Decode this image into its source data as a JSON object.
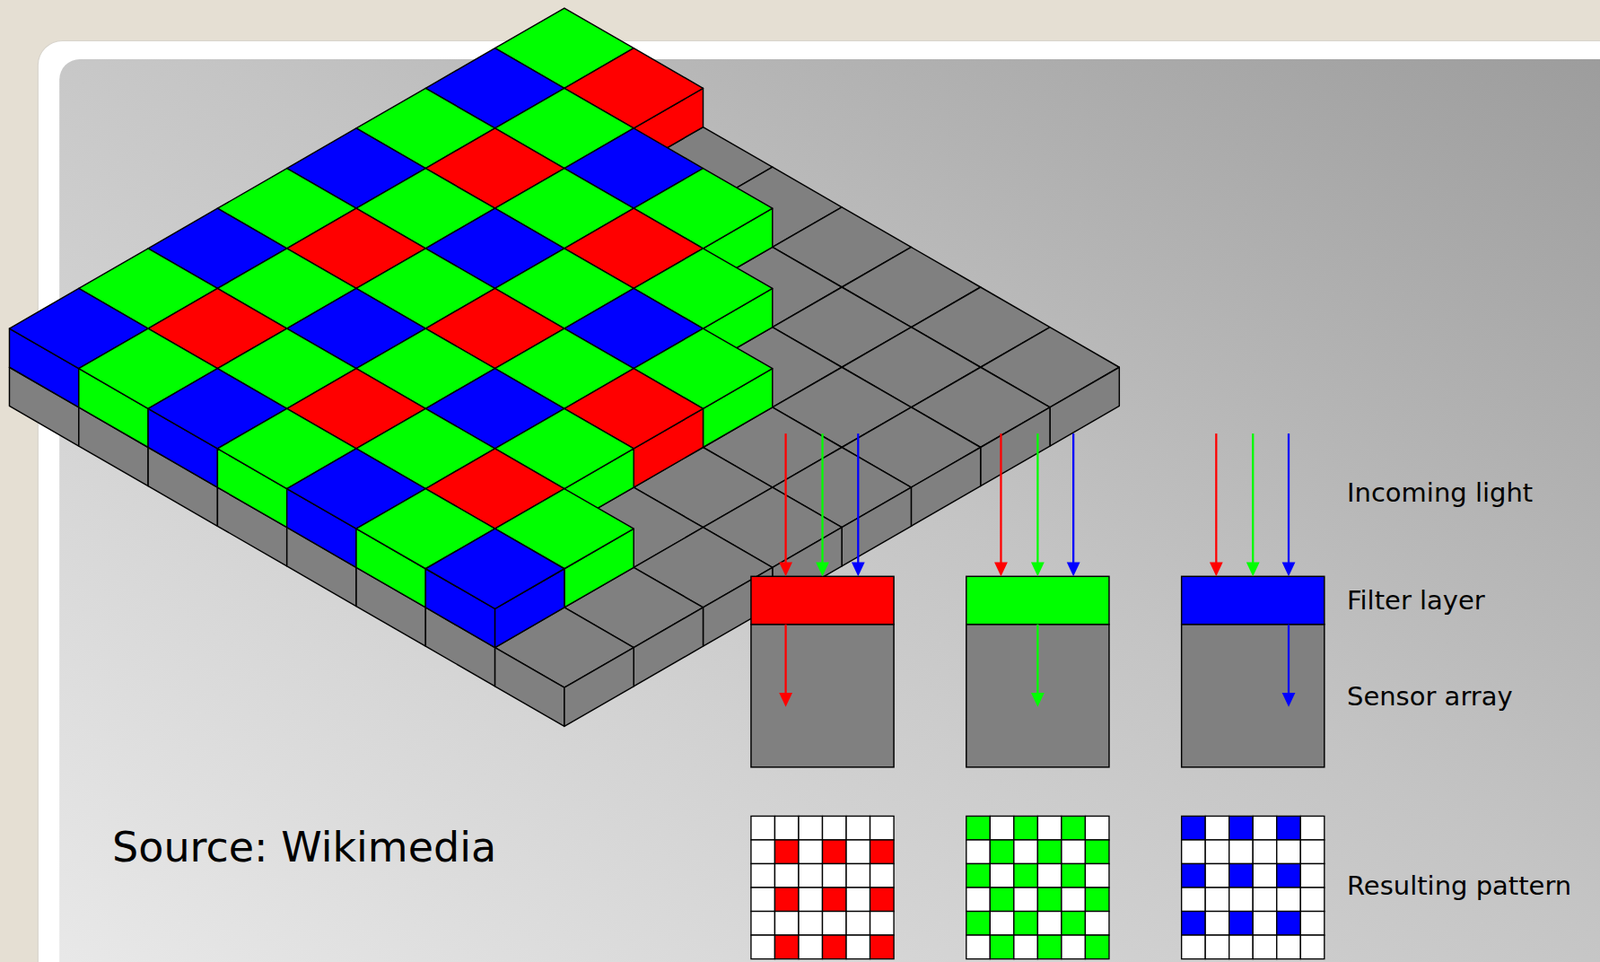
{
  "diagram": {
    "labels": [
      "Incoming light",
      "Filter layer",
      "Sensor array",
      "Source: Wikimedia",
      "Resulting pattern"
    ]
  }
}
